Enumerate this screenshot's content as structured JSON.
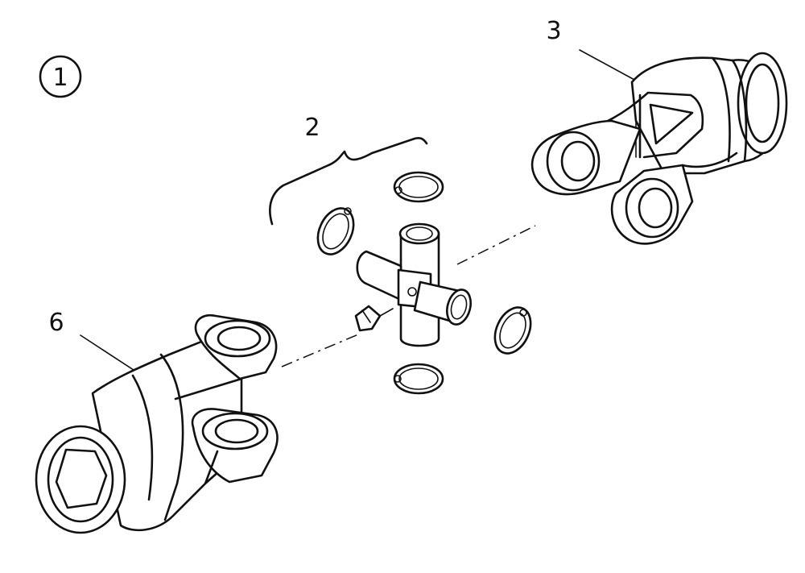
{
  "figure": {
    "figure_number": "1",
    "callouts": [
      {
        "id": "crossjoint",
        "label": "2"
      },
      {
        "id": "outer-yoke",
        "label": "3"
      },
      {
        "id": "inner-yoke",
        "label": "6"
      }
    ]
  }
}
